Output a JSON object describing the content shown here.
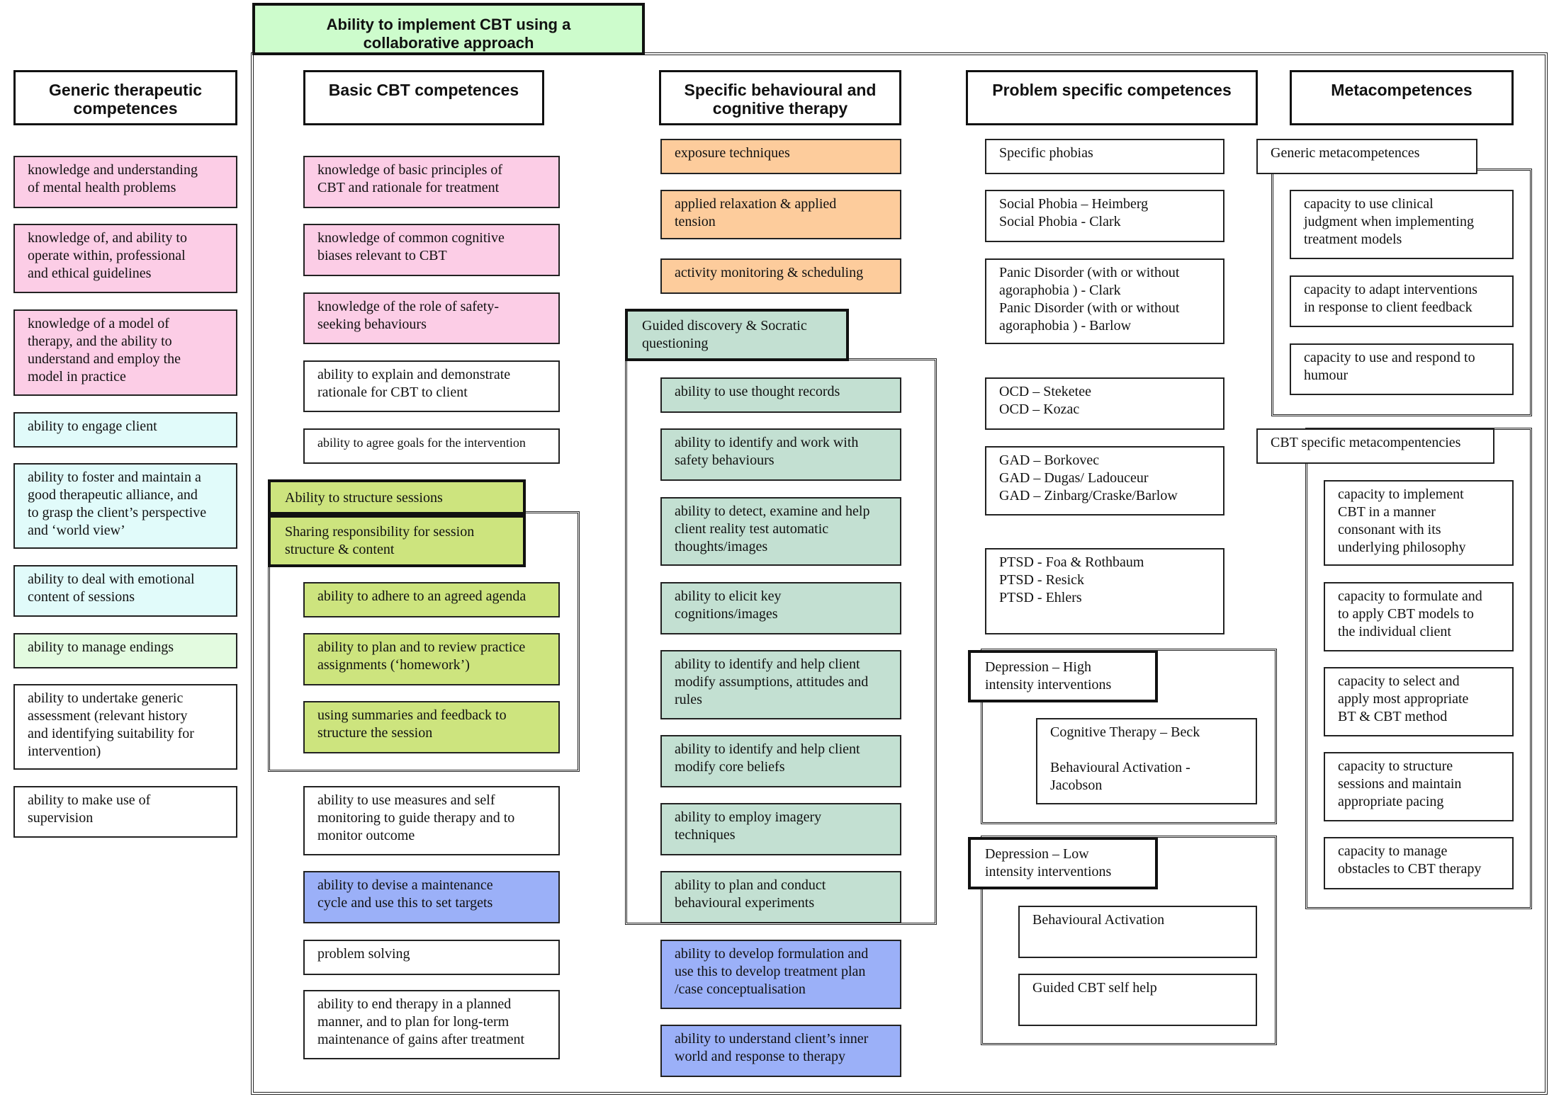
{
  "title": "Ability to implement CBT using a\ncollaborative approach",
  "columns": {
    "generic": "Generic therapeutic\ncompetences",
    "basic": "Basic CBT competences",
    "specific": "Specific behavioural and\ncognitive therapy",
    "problem": "Problem specific competences",
    "meta": "Metacompetences"
  },
  "generic": [
    "knowledge and understanding\nof mental health problems",
    "knowledge of, and ability to\noperate within, professional\nand ethical guidelines",
    "knowledge of a model of\ntherapy, and the ability to\nunderstand and employ the\nmodel  in practice",
    "ability to engage client",
    "ability to foster and maintain a\ngood therapeutic alliance, and\nto grasp the client’s perspective\nand ‘world view’",
    "ability to deal with emotional\ncontent of sessions",
    "ability to manage endings",
    "ability to undertake generic\nassessment  (relevant history\nand  identifying suitability for\nintervention)",
    "ability to make use of\nsupervision"
  ],
  "basic": [
    "knowledge of basic principles of\nCBT and rationale for treatment",
    "knowledge of common  cognitive\nbiases relevant to CBT",
    "knowledge of the role of safety-\nseeking behaviours",
    "ability to explain and demonstrate\nrationale for CBT to client",
    "ability to agree goals for the intervention",
    "ability to use measures and self\nmonitoring to guide therapy and to\nmonitor outcome",
    "ability to devise a maintenance\ncycle and use this to set  targets",
    "problem solving",
    "ability to end therapy in a planned\nmanner, and to  plan for long-term\nmaintenance of gains after treatment"
  ],
  "structure": {
    "header": "Ability to structure sessions",
    "subheader": "Sharing responsibility for session\nstructure & content",
    "items": [
      "ability to adhere to an agreed agenda",
      "ability to plan and to review practice\nassignments (‘homework’)",
      "using summaries and feedback to\nstructure the session"
    ]
  },
  "specific": [
    "exposure techniques",
    "applied relaxation & applied\ntension",
    "activity monitoring & scheduling"
  ],
  "guided": {
    "header": "Guided discovery & Socratic\nquestioning",
    "items": [
      "ability to use thought records",
      "ability to identify and work  with\nsafety behaviours",
      "ability to detect, examine and help\nclient reality test automatic\nthoughts/images",
      "ability to elicit key\ncognitions/images",
      "ability to identify and help client\nmodify assumptions, attitudes and\nrules",
      "ability to identify and help client\nmodify core beliefs",
      "ability to employ imagery\ntechniques",
      "ability to plan and conduct\nbehavioural experiments"
    ]
  },
  "specific_bottom": [
    "ability to develop formulation and\nuse this to develop treatment plan\n/case conceptualisation",
    "ability to understand client’s inner\nworld and response to therapy"
  ],
  "problem": [
    "Specific phobias",
    "Social Phobia – Heimberg\nSocial Phobia - Clark",
    "Panic Disorder (with or without\nagoraphobia ) - Clark\nPanic Disorder (with or without\nagoraphobia ) - Barlow",
    "OCD – Steketee\nOCD – Kozac",
    "GAD – Borkovec\nGAD – Dugas/ Ladouceur\nGAD – Zinbarg/Craske/Barlow",
    "PTSD - Foa & Rothbaum\nPTSD - Resick\nPTSD - Ehlers"
  ],
  "depression_high": {
    "header": "Depression – High\nintensity interventions",
    "content": "Cognitive Therapy  – Beck\n\nBehavioural Activation  -\nJacobson"
  },
  "depression_low": {
    "header": "Depression – Low\nintensity interventions",
    "items": [
      "Behavioural Activation",
      "Guided CBT self help"
    ]
  },
  "generic_meta": {
    "header": "Generic metacompetences",
    "items": [
      "capacity to use clinical\njudgment when  implementing\ntreatment models",
      "capacity to adapt interventions\nin response to client feedback",
      "capacity to use and respond to\nhumour"
    ]
  },
  "cbt_meta": {
    "header": "CBT specific metacompentencies",
    "items": [
      "capacity to implement\nCBT in a manner\nconsonant with its\nunderlying philosophy",
      "capacity to formulate and\nto apply CBT models to\nthe individual client",
      "capacity to select and\napply most appropriate\nBT & CBT method",
      "capacity to structure\nsessions and maintain\nappropriate pacing",
      "capacity to manage\nobstacles to CBT therapy"
    ]
  },
  "colors": {
    "pink": "#fccde6",
    "cyan": "#e1fbfa",
    "mint": "#e3fbe0",
    "orange": "#fdcc9c",
    "lime": "#cde47e",
    "teal": "#c3e0d2",
    "blue": "#9bb0f8",
    "title_green": "#cdfccc"
  }
}
